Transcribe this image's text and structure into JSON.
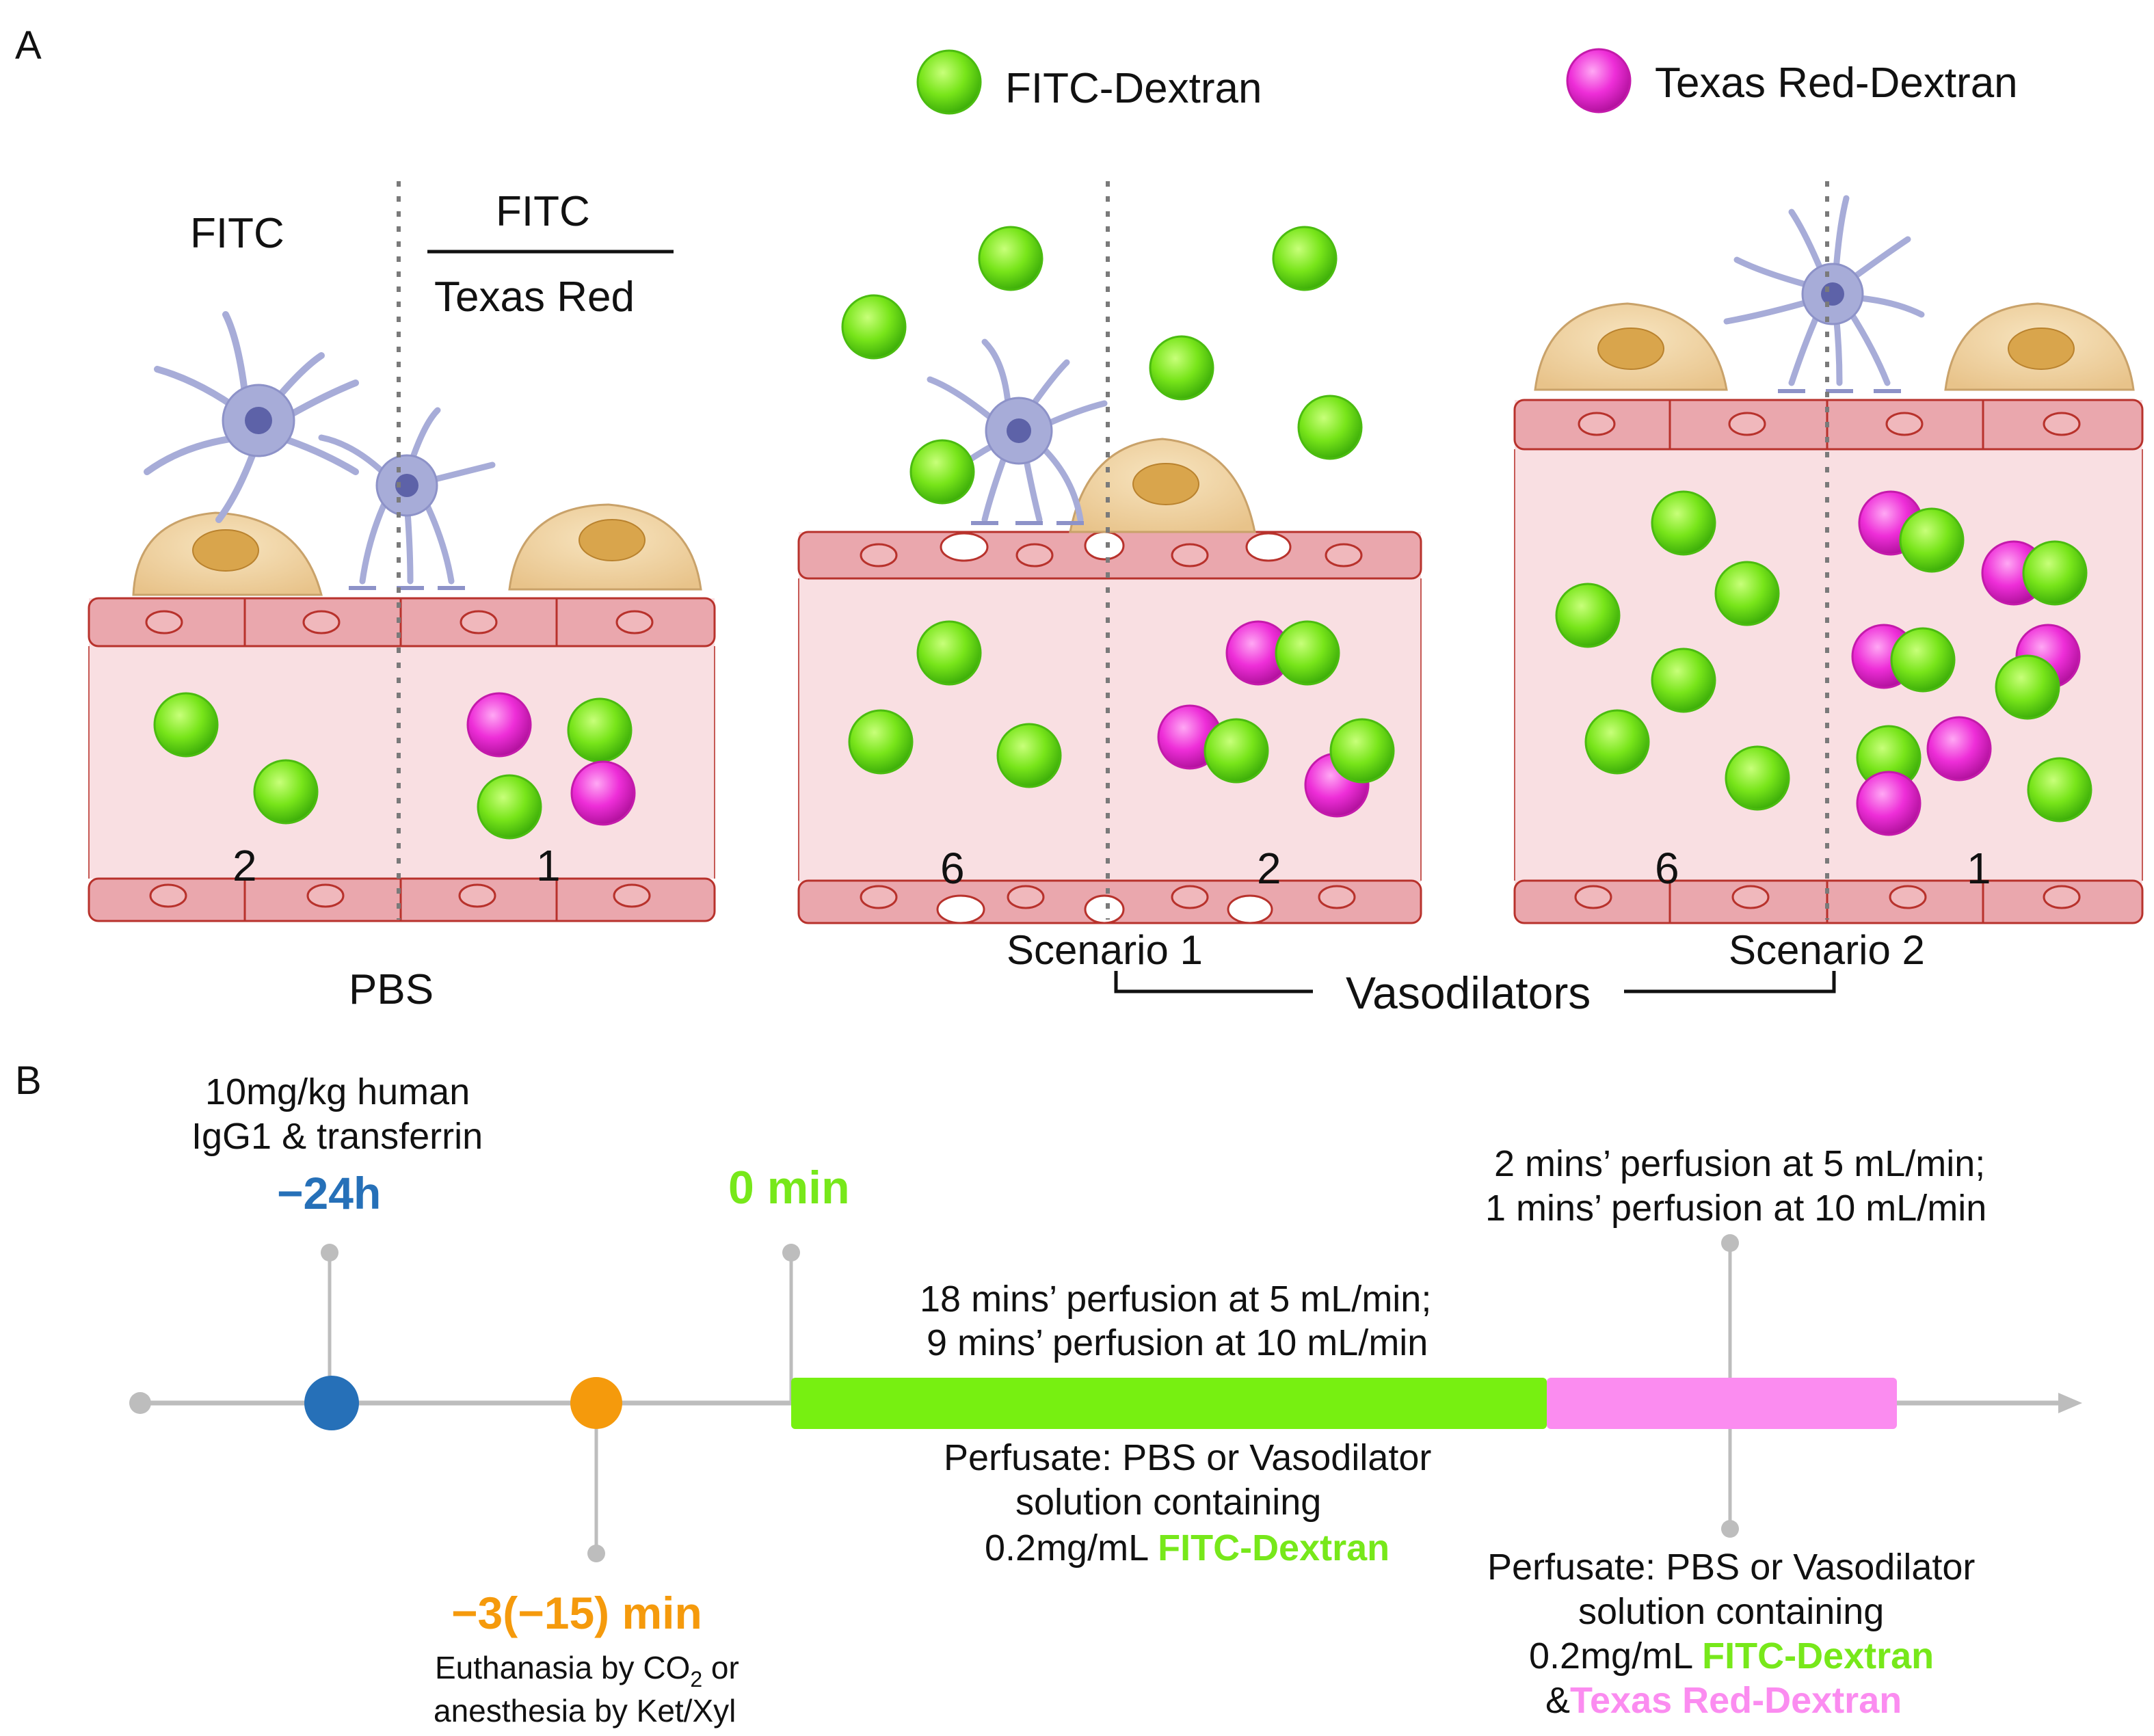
{
  "panels": {
    "a": "A",
    "b": "B"
  },
  "legend": {
    "fitc": "FITC-Dextran",
    "texas": "Texas Red-Dextran"
  },
  "colors": {
    "fitc": "#7de81c",
    "texas": "#ee2ed8",
    "vessel_fill": "#f9dfe2",
    "vessel_stroke": "#b8322c",
    "endo_fill": "#eaa7ad",
    "neuron": "#a7acd8",
    "astro": "#f1d5a3",
    "blue_marker": "#2670b8",
    "orange_marker": "#f59a0c",
    "green_bar": "#77f011",
    "pink_bar": "#fb8cf0",
    "timeline": "#bdbdbd"
  },
  "panelA": {
    "pbs": {
      "left_header": "FITC",
      "ratio_numerator": "FITC",
      "ratio_denominator": "Texas Red",
      "left_count": "2",
      "right_count": "1",
      "label": "PBS"
    },
    "scenario1": {
      "left_count": "6",
      "right_count": "2",
      "label": "Scenario 1"
    },
    "scenario2": {
      "left_count": "6",
      "right_count": "1",
      "label": "Scenario 2"
    },
    "vasodilators": "Vasodilators"
  },
  "panelB": {
    "m24": {
      "note_line1": "10mg/kg human",
      "note_line2": "IgG1 & transferrin",
      "time": "−24h"
    },
    "m3": {
      "time": "−3(−15) min",
      "note_line1_pre": "Euthanasia by CO",
      "note_line1_sub": "2",
      "note_line1_post": " or",
      "note_line2": "anesthesia by Ket/Xyl"
    },
    "m0": {
      "time": "0 min"
    },
    "green_top_line1": "18 mins’ perfusion at 5 mL/min;",
    "green_top_line2": "9 mins’ perfusion at 10 mL/min",
    "green_bottom_line1": "Perfusate: PBS or Vasodilator",
    "green_bottom_line2": "solution containing",
    "green_bottom_line3_pre": "0.2mg/mL ",
    "green_bottom_line3_highlight": "FITC-Dextran",
    "pink_top_line1": "2 mins’ perfusion at 5 mL/min;",
    "pink_top_line2": "1 mins’ perfusion at 10 mL/min",
    "pink_bottom_line1": "Perfusate: PBS or Vasodilator",
    "pink_bottom_line2": "solution containing",
    "pink_bottom_line3_pre": "0.2mg/mL ",
    "pink_bottom_line3_highlight": "FITC-Dextran",
    "pink_bottom_line4_pre": "&",
    "pink_bottom_line4_highlight": "Texas Red-Dextran"
  }
}
